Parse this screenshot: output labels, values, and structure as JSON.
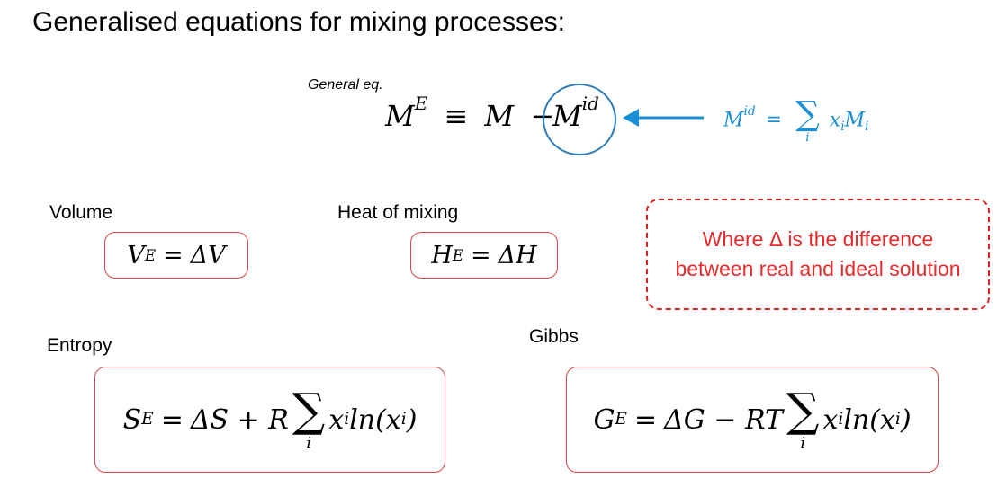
{
  "title": "Generalised equations for mixing processes:",
  "general": {
    "label": "General eq.",
    "lhs_sym": "M",
    "lhs_sup": "E",
    "equiv": "≡",
    "m_sym": "M",
    "minus": "−",
    "mid_sym": "M",
    "mid_sup": "id",
    "def_sym": "M",
    "def_sup": "id",
    "def_eq": "=",
    "sum_sign": "∑",
    "sum_index": "i",
    "term_x": "x",
    "term_i": "i",
    "term_M": "M",
    "term_Mi": "i"
  },
  "volume": {
    "label": "Volume",
    "sym": "V",
    "sup": "E",
    "eq": "=",
    "delta": "ΔV"
  },
  "heat": {
    "label": "Heat of mixing",
    "sym": "H",
    "sup": "E",
    "eq": "=",
    "delta": "ΔH"
  },
  "note": {
    "text": "Where Δ is the difference between real and ideal solution"
  },
  "entropy": {
    "label": "Entropy",
    "sym": "S",
    "sup": "E",
    "eq": "=",
    "rhs": "ΔS + R",
    "sum_sign": "∑",
    "sum_index": "i",
    "term": "x",
    "term_sub": "i",
    "ln": "ln(x",
    "ln_sub": "i",
    "close": ")"
  },
  "gibbs": {
    "label": "Gibbs",
    "sym": "G",
    "sup": "E",
    "eq": "=",
    "rhs": "ΔG − RT",
    "sum_sign": "∑",
    "sum_index": "i",
    "term": "x",
    "term_sub": "i",
    "ln": "ln(x",
    "ln_sub": "i",
    "close": ")"
  },
  "colors": {
    "accent_blue": "#1a8fd6",
    "circle_blue": "#2c7bb6",
    "note_red": "#e02020",
    "box_red": "#d64545"
  }
}
